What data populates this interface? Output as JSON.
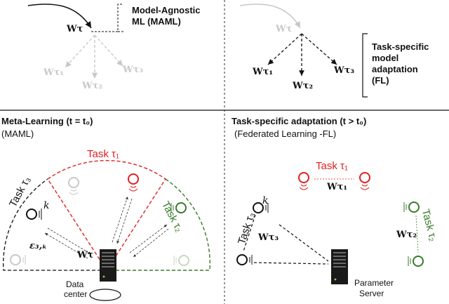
{
  "top_left": {
    "caption_line1": "Model-Agnostic",
    "caption_line2": "ML (MAML)"
  },
  "top_right": {
    "caption_line1": "Task-specific",
    "caption_line2": "model",
    "caption_line3": "adaptation",
    "caption_line4": "(FL)"
  },
  "bottom_left": {
    "title": "Meta-Learning (t = t₀)",
    "subtitle": "(MAML)",
    "task1_label": "Task τ₁",
    "task2_label": "Task τ₂",
    "task3_label": "Task τ₃",
    "device_k": "k",
    "error_label": "ε₃,ₖ",
    "w_label": "Wτ",
    "data_center_line1": "Data",
    "data_center_line2": "center"
  },
  "bottom_right": {
    "title": "Task-specific adaptation (t > t₀)",
    "subtitle": "(Federated Learning -FL)",
    "task1_label": "Task τ₁",
    "task2_label": "Task τ₂",
    "task3_label": "Task τ₃",
    "device_k": "k",
    "w1_label": "Wτ₁",
    "w2_label": "Wτ₂",
    "w3_label": "Wτ₃",
    "server_line1": "Parameter",
    "server_line2": "Server"
  },
  "weights": {
    "w_tau": "Wτ",
    "w_tau1": "Wτ₁",
    "w_tau2": "Wτ₂",
    "w_tau3": "Wτ₃"
  },
  "colors": {
    "task1": "#e02020",
    "task2": "#3a7a2a",
    "task3": "#111111",
    "faded": "#c8c8c8"
  }
}
